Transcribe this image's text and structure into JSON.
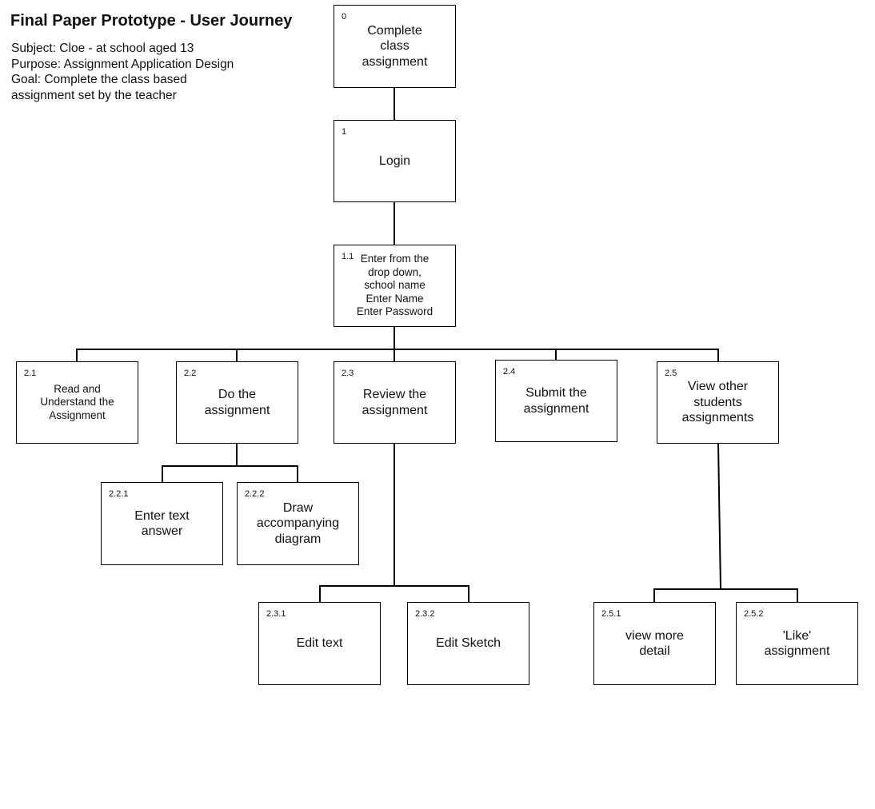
{
  "header": {
    "title": "Final Paper Prototype - User Journey",
    "subject": "Subject: Cloe - at school aged 13",
    "purpose": "Purpose: Assignment Application Design",
    "goal_line1": "Goal: Complete the class based",
    "goal_line2": "assignment set by the teacher"
  },
  "nodes": {
    "n0": {
      "num": "0",
      "label": "Complete\nclass\nassignment"
    },
    "n1": {
      "num": "1",
      "label": "Login"
    },
    "n11": {
      "num": "1.1",
      "label": "Enter from the\ndrop down,\nschool name\nEnter Name\nEnter Password"
    },
    "n21": {
      "num": "2.1",
      "label": "Read and\nUnderstand the\nAssignment"
    },
    "n22": {
      "num": "2.2",
      "label": "Do the\nassignment"
    },
    "n23": {
      "num": "2.3",
      "label": "Review the\nassignment"
    },
    "n24": {
      "num": "2.4",
      "label": "Submit the\nassignment"
    },
    "n25": {
      "num": "2.5",
      "label": "View other\nstudents\nassignments"
    },
    "n221": {
      "num": "2.2.1",
      "label": "Enter text\nanswer"
    },
    "n222": {
      "num": "2.2.2",
      "label": "Draw\naccompanying\ndiagram"
    },
    "n231": {
      "num": "2.3.1",
      "label": "Edit text"
    },
    "n232": {
      "num": "2.3.2",
      "label": "Edit Sketch"
    },
    "n251": {
      "num": "2.5.1",
      "label": "view more\ndetail"
    },
    "n252": {
      "num": "2.5.2",
      "label": "'Like'\nassignment"
    }
  }
}
